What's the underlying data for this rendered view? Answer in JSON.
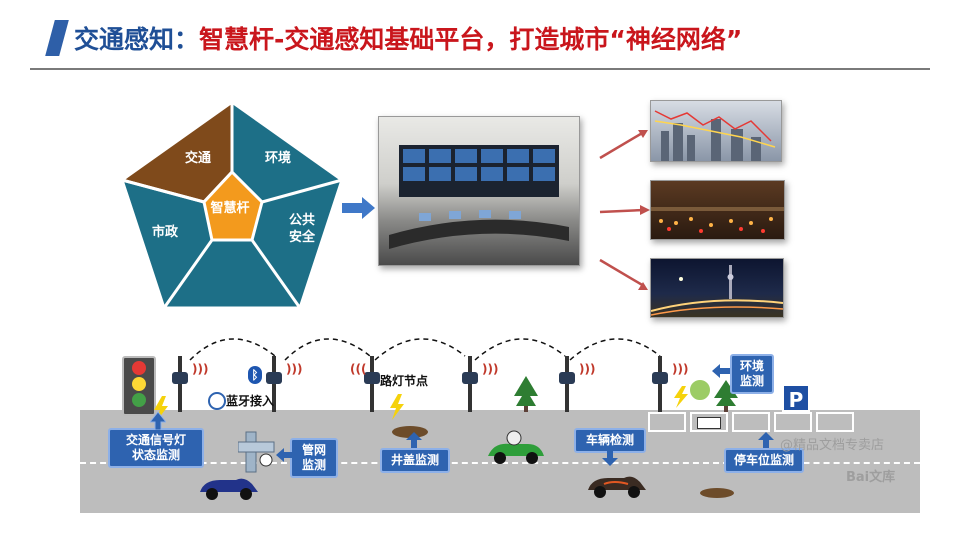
{
  "title": {
    "prefix": "交通感知：",
    "main": "智慧杆-交通感知基础平台，打造城市“神经网络”"
  },
  "pentagon": {
    "center": "智慧杆",
    "segments": [
      "交通",
      "环境",
      "公共\n安全",
      "市政"
    ],
    "colors": {
      "traffic": "#7f4a1b",
      "center": "#f39a1d",
      "rest": "#1d6f87",
      "stroke": "#ffffff"
    }
  },
  "road": {
    "labels": {
      "bluetooth": "蓝牙接入",
      "streetlight_node": "路灯节点"
    },
    "callouts": {
      "signal": "交通信号灯\n状态监测",
      "pipe": "管网\n监测",
      "manhole": "井盖监测",
      "vehicle": "车辆检测",
      "environment": "环境\n监测",
      "parking": "停车位监测"
    },
    "parking_sign": "P"
  },
  "watermark": {
    "line1": "@精品文档专卖店",
    "line2": "Bai文库"
  }
}
